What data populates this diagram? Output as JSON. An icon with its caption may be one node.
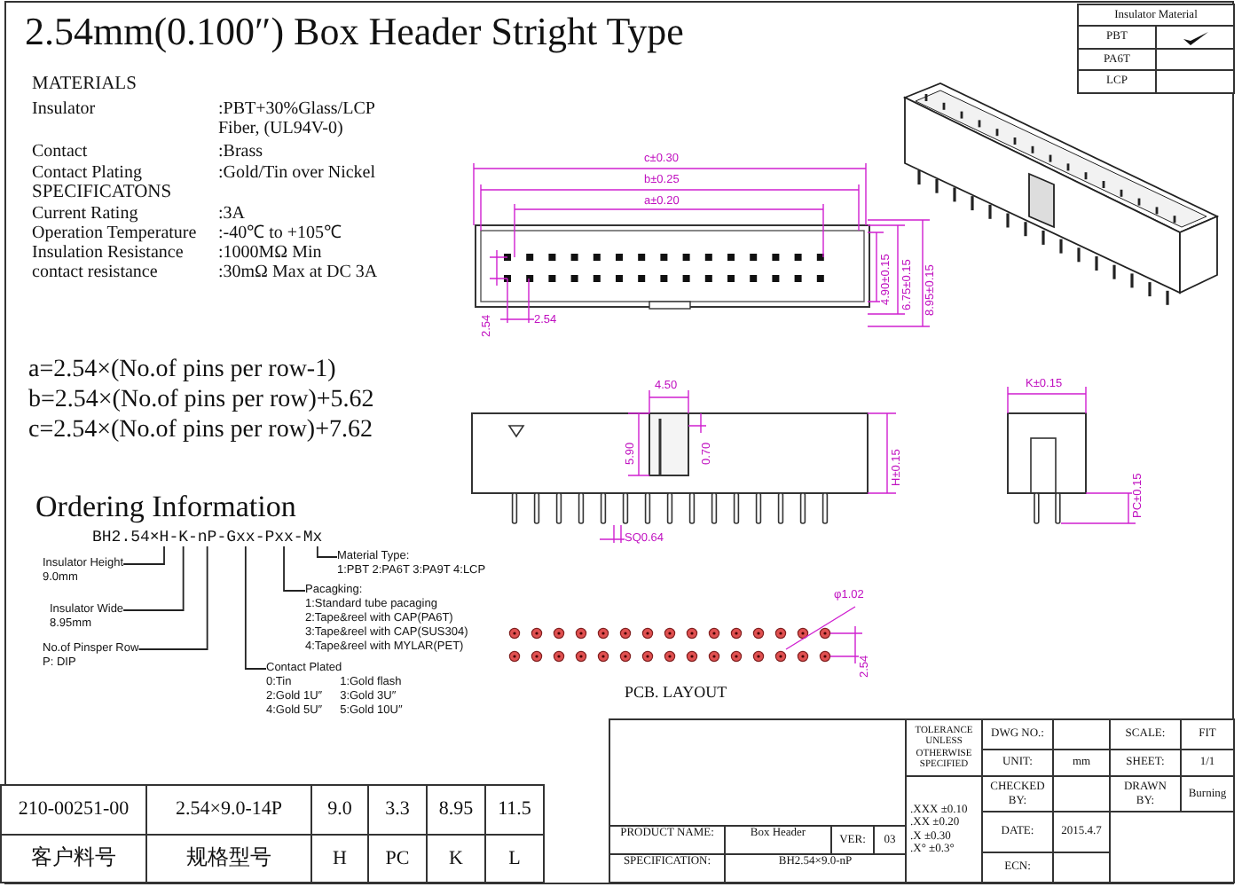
{
  "diagram": {
    "title": "2.54mm(0.100″) Box Header Stright Type",
    "nodes": [
      {
        "text": [
          "BH2.54×H-K-nP-Gxx-Pxx-Mx"
        ]
      },
      {
        "text": [
          "Insulator Height",
          "9.0mm"
        ]
      },
      {
        "text": [
          "Insulator Wide",
          "8.95mm"
        ]
      },
      {
        "text": [
          "No.of Pinsper Row",
          "P: DIP"
        ]
      },
      {
        "text": [
          "Material Type:",
          "1:PBT 2:PA6T 3:PA9T 4:LCP"
        ]
      },
      {
        "text": [
          "Pacagking:",
          "1:Standard tube pacaging",
          "2:Tape&reel with CAP(PA6T)",
          "3:Tape&reel with CAP(SUS304)",
          "4:Tape&reel with MYLAR(PET)"
        ]
      },
      {
        "text": [
          "Contact Plated",
          "0:Tin",
          "1:Gold flash",
          "2:Gold 1U″",
          "3:Gold 3U″",
          "4:Gold 5U″",
          "5:Gold 10U″"
        ]
      }
    ],
    "edges": [
      {
        "from": 1,
        "to": 0,
        "arrow": "none"
      },
      {
        "from": 2,
        "to": 0,
        "arrow": "none"
      },
      {
        "from": 3,
        "to": 0,
        "arrow": "none"
      },
      {
        "from": 4,
        "to": 0,
        "arrow": "none"
      },
      {
        "from": 5,
        "to": 0,
        "arrow": "none"
      },
      {
        "from": 6,
        "to": 0,
        "arrow": "none"
      }
    ],
    "labels": [
      "MATERIALS",
      "Insulator",
      ":PBT+30%Glass/LCP Fiber, (UL94V-0)",
      "Contact",
      ":Brass",
      "Contact Plating",
      ":Gold/Tin over Nickel",
      "SPECIFICATONS",
      "Current Rating",
      ":3A",
      "Operation Temperature",
      ":-40℃ to +105℃",
      "Insulation Resistance",
      ":1000MΩ Min",
      "contact resistance",
      ":30mΩ Max at DC 3A",
      "a=2.54×(No.of pins per row-1)",
      "b=2.54×(No.of pins per row)+5.62",
      "c=2.54×(No.of pins per row)+7.62",
      "Insulator Material",
      "PBT",
      "PA6T",
      "LCP",
      "c±0.30",
      "b±0.25",
      "a±0.20",
      "4.90±0.15",
      "6.75±0.15",
      "8.95±0.15",
      "2.54",
      "2.54",
      "4.50",
      "5.90",
      "0.70",
      "H±0.15",
      "SQ0.64",
      "K±0.15",
      "PC±0.15",
      "φ1.02",
      "2.54",
      "PCB. LAYOUT",
      "Ordering Information",
      "210-00251-00",
      "2.54×9.0-14P",
      "9.0",
      "3.3",
      "8.95",
      "11.5",
      "客户料号",
      "规格型号",
      "H",
      "PC",
      "K",
      "L",
      "TOLERANCE UNLESS OTHERWISE SPECIFIED",
      "DWG NO.:",
      "SCALE:",
      "FIT",
      "UNIT:",
      "mm",
      "SHEET:",
      "1/1",
      "CHECKED BY:",
      "DRAWN BY:",
      "Burning",
      ".XXX ±0.10",
      ".XX ±0.20",
      ".X ±0.30",
      ".X° ±0.3°",
      "PRODUCT NAME:",
      "Box Header",
      "VER:",
      "03",
      "DATE:",
      "2015.4.7",
      "SPECIFICATION:",
      "BH2.54×9.0-nP",
      "ECN:"
    ]
  }
}
